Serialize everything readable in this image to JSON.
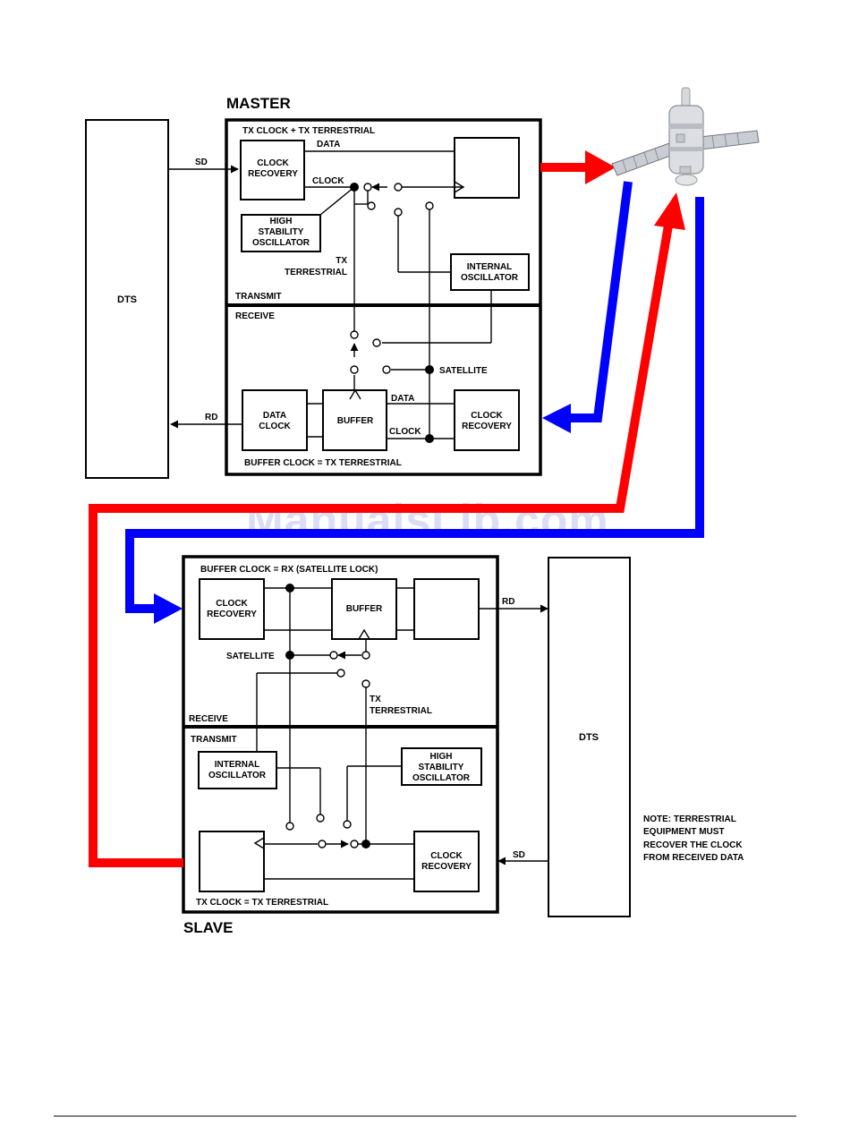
{
  "watermark": "ManualsLib.com",
  "master": {
    "title": "MASTER",
    "tx_clock_label": "TX CLOCK + TX TERRESTRIAL",
    "data_label": "DATA",
    "clock_label": "CLOCK",
    "clock_recovery": [
      "CLOCK",
      "RECOVERY"
    ],
    "high_stability_osc": [
      "HIGH",
      "STABILITY",
      "OSCILLATOR"
    ],
    "tx_terrestrial": [
      "TX",
      "TERRESTRIAL"
    ],
    "internal_osc": [
      "INTERNAL",
      "OSCILLATOR"
    ],
    "transmit_label": "TRANSMIT",
    "receive_label": "RECEIVE",
    "satellite_label": "SATELLITE",
    "rx_data_label": "DATA",
    "rx_clock_label": "CLOCK",
    "data_clock": [
      "DATA",
      "CLOCK"
    ],
    "buffer": "BUFFER",
    "rx_clock_recovery": [
      "CLOCK",
      "RECOVERY"
    ],
    "buffer_clock_label": "BUFFER CLOCK = TX TERRESTRIAL"
  },
  "master_dts": {
    "label": "DTS",
    "sd_label": "SD",
    "rd_label": "RD"
  },
  "slave": {
    "title": "SLAVE",
    "buffer_clock_label": "BUFFER CLOCK = RX (SATELLITE LOCK)",
    "clock_recovery": [
      "CLOCK",
      "RECOVERY"
    ],
    "buffer": "BUFFER",
    "rd_label": "RD",
    "satellite_label": "SATELLITE",
    "tx_terrestrial": [
      "TX",
      "TERRESTRIAL"
    ],
    "receive_label": "RECEIVE",
    "transmit_label": "TRANSMIT",
    "internal_osc": [
      "INTERNAL",
      "OSCILLATOR"
    ],
    "high_stability_osc": [
      "HIGH",
      "STABILITY",
      "OSCILLATOR"
    ],
    "tx_clock_recovery": [
      "CLOCK",
      "RECOVERY"
    ],
    "sd_label": "SD",
    "tx_clock_label": "TX CLOCK = TX TERRESTRIAL"
  },
  "slave_dts": {
    "label": "DTS"
  },
  "note": [
    "NOTE: TERRESTRIAL",
    "EQUIPMENT MUST",
    "RECOVER THE CLOCK",
    "FROM RECEIVED DATA"
  ],
  "colors": {
    "uplink": "#ff0000",
    "downlink": "#0000ff"
  },
  "icons": {
    "satellite": "satellite-icon"
  }
}
